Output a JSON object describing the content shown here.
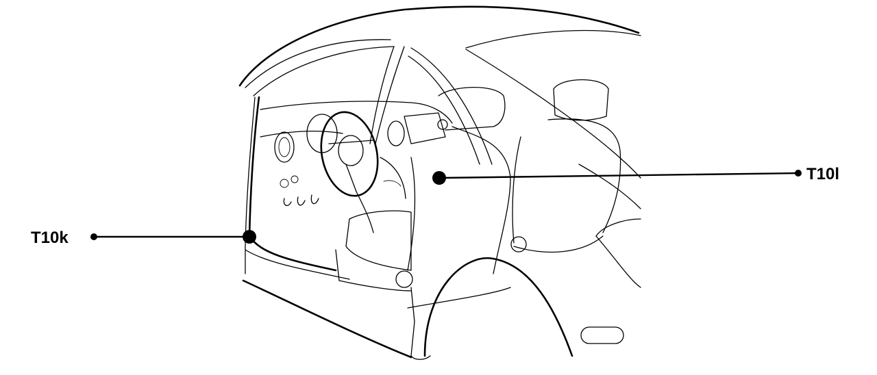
{
  "callouts": [
    {
      "id": "T10k",
      "label": "T10k"
    },
    {
      "id": "T10l",
      "label": "T10l"
    }
  ],
  "colors": {
    "ink": "#000000",
    "paper": "#ffffff"
  }
}
